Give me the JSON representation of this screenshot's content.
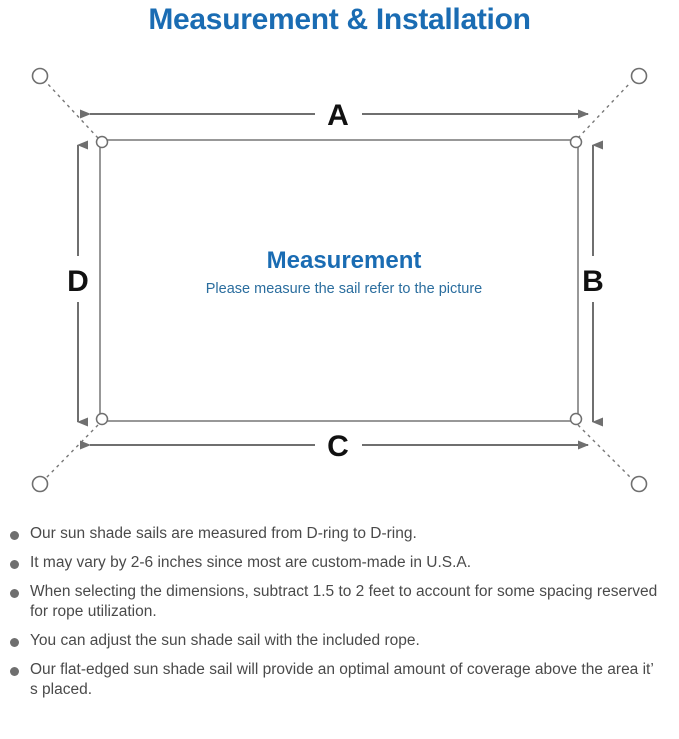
{
  "header": {
    "title": "Measurement & Installation",
    "title_color": "#1a6cb3"
  },
  "diagram": {
    "name": "sun-shade-sail-measurement-diagram",
    "center": {
      "title": "Measurement",
      "subtitle": "Please measure the sail refer to the picture",
      "title_color": "#1a6cb3",
      "subtitle_color": "#2a6d9e"
    },
    "dimension_labels": {
      "top": "A",
      "right": "B",
      "bottom": "C",
      "left": "D"
    },
    "line_color": "#6f6f6f",
    "sail_edge_color": "#777777",
    "dring_label": "D-ring",
    "anchor_label": "anchor-ring"
  },
  "notes": {
    "items": [
      "Our sun shade sails are measured from D-ring to D-ring.",
      "It may vary by 2-6 inches since most are custom-made in U.S.A.",
      "When selecting the dimensions, subtract 1.5 to 2 feet to account for some spacing reserved for rope utilization.",
      "You can adjust the sun shade sail with the included rope.",
      "Our flat-edged sun shade sail will provide an optimal amount of coverage above the area it’ s placed."
    ],
    "bullet_color": "#6f6f6f",
    "text_color": "#4a4a4a"
  }
}
